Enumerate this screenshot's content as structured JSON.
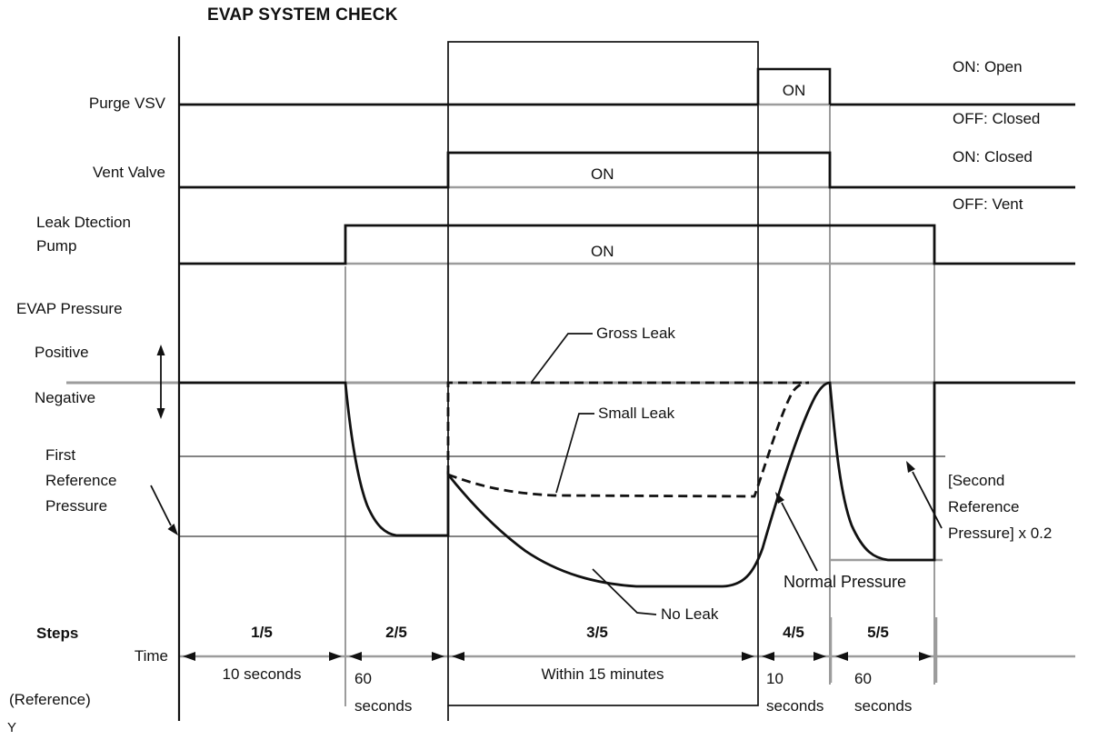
{
  "title": "EVAP SYSTEM CHECK",
  "signals": {
    "purge": {
      "label": "Purge VSV",
      "pulse_on": "ON"
    },
    "vent": {
      "label": "Vent Valve",
      "on": "ON"
    },
    "pump": {
      "label_line1": "Leak Dtection",
      "label_line2": "Pump",
      "on": "ON"
    }
  },
  "legend": {
    "purge_on": "ON: Open",
    "purge_off": "OFF: Closed",
    "vent_on": "ON: Closed",
    "vent_off": "OFF: Vent"
  },
  "pressure": {
    "label": "EVAP Pressure",
    "positive": "Positive",
    "negative": "Negative",
    "first_ref_1": "First",
    "first_ref_2": "Reference",
    "first_ref_3": "Pressure",
    "second_ref_1": "[Second",
    "second_ref_2": "Reference",
    "second_ref_3": "Pressure] x 0.2",
    "gross_leak": "Gross Leak",
    "small_leak": "Small Leak",
    "no_leak": "No Leak",
    "normal_pressure": "Normal Pressure"
  },
  "steps": {
    "label": "Steps",
    "time_label": "Time",
    "reference_label": "(Reference)",
    "items": [
      {
        "step": "1/5",
        "time1": "10 seconds",
        "time2": ""
      },
      {
        "step": "2/5",
        "time1": "60",
        "time2": "seconds"
      },
      {
        "step": "3/5",
        "time1": "Within 15 minutes",
        "time2": ""
      },
      {
        "step": "4/5",
        "time1": "10",
        "time2": "seconds"
      },
      {
        "step": "5/5",
        "time1": "60",
        "time2": "seconds"
      }
    ]
  },
  "footnote": "Y",
  "colors": {
    "trace_black": "#111111",
    "grid_gray": "#9c9c9c",
    "ref_line_gray": "#5a5a5a"
  }
}
